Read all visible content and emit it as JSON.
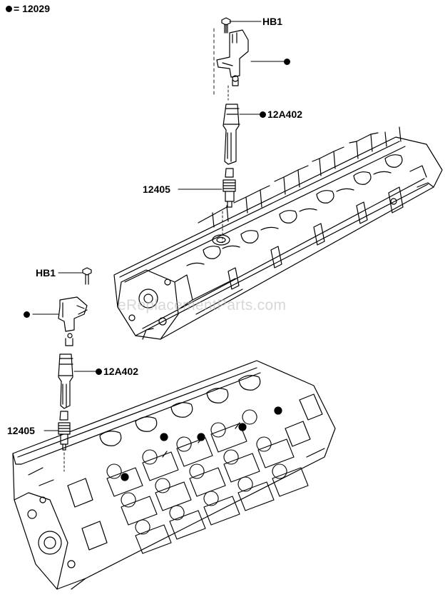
{
  "legend": {
    "text": "= 12029"
  },
  "callouts": {
    "top_hb1": "HB1",
    "top_12a402": "12A402",
    "top_12405": "12405",
    "bottom_hb1": "HB1",
    "bottom_12a402": "12A402",
    "bottom_12405": "12405"
  },
  "watermark": "eReplacementParts.com",
  "colors": {
    "ink": "#000000",
    "watermark": "#b8b8b8",
    "background": "#ffffff"
  }
}
